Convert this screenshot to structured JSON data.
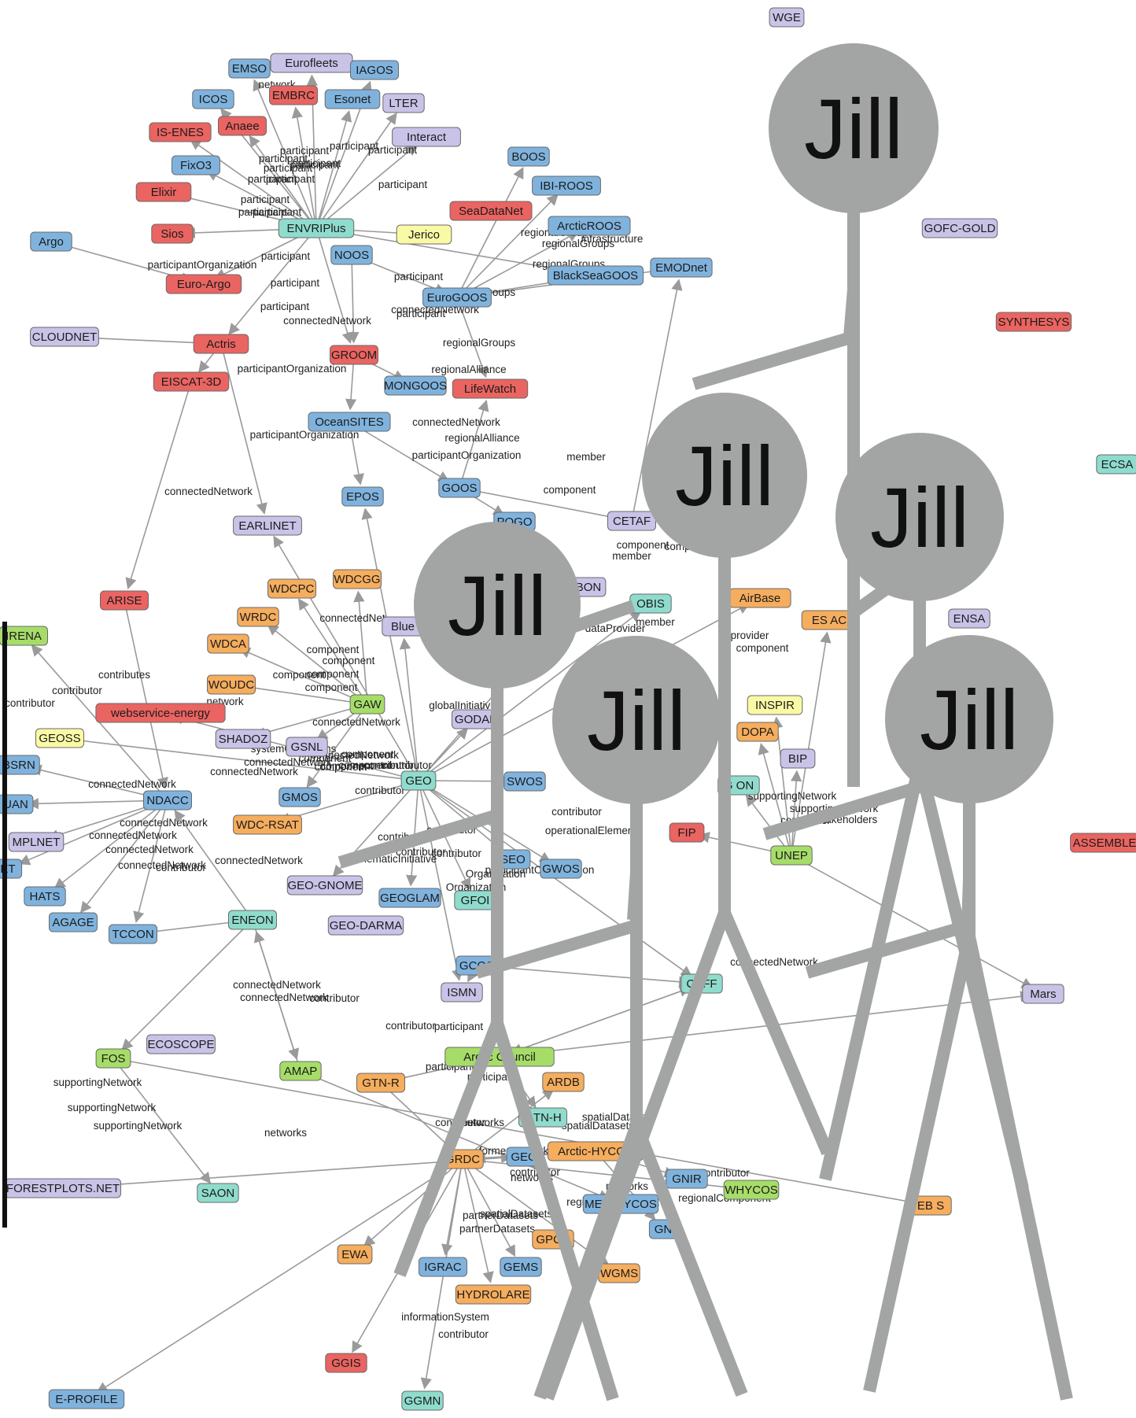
{
  "colors": {
    "blue": "#7fb3de",
    "purple": "#c9c3e8",
    "red": "#ea6461",
    "orange": "#f5ad5e",
    "green": "#a6dd69",
    "teal": "#8fdccd",
    "yellow": "#fafaa6",
    "edge": "#9a9a9a",
    "jill": "#a3a5a4"
  },
  "nodes": [
    {
      "id": "WGE",
      "color": "purple"
    },
    {
      "id": "EMSO",
      "color": "blue"
    },
    {
      "id": "Eurofleets",
      "color": "purple"
    },
    {
      "id": "IAGOS",
      "color": "blue"
    },
    {
      "id": "ICOS",
      "color": "blue"
    },
    {
      "id": "EMBRC",
      "color": "red"
    },
    {
      "id": "Esonet",
      "color": "blue"
    },
    {
      "id": "LTER",
      "color": "purple"
    },
    {
      "id": "IS-ENES",
      "color": "red"
    },
    {
      "id": "Anaee",
      "color": "red"
    },
    {
      "id": "Interact",
      "color": "purple"
    },
    {
      "id": "FixO3",
      "color": "blue"
    },
    {
      "id": "BOOS",
      "color": "blue"
    },
    {
      "id": "Elixir",
      "color": "red"
    },
    {
      "id": "IBI-ROOS",
      "color": "blue"
    },
    {
      "id": "SeaDataNet",
      "color": "red"
    },
    {
      "id": "ENVRIPlus",
      "color": "teal"
    },
    {
      "id": "Sios",
      "color": "red"
    },
    {
      "id": "Jerico",
      "color": "yellow"
    },
    {
      "id": "ArcticROOS",
      "color": "blue"
    },
    {
      "id": "GOFC-GOLD",
      "color": "purple"
    },
    {
      "id": "Argo",
      "color": "blue"
    },
    {
      "id": "NOOS",
      "color": "blue"
    },
    {
      "id": "EMODnet",
      "color": "blue"
    },
    {
      "id": "BlackSeaGOOS",
      "color": "blue"
    },
    {
      "id": "Euro-Argo",
      "color": "red"
    },
    {
      "id": "EuroGOOS",
      "color": "blue"
    },
    {
      "id": "SYNTHESYS",
      "color": "red"
    },
    {
      "id": "CLOUDNET",
      "color": "purple"
    },
    {
      "id": "Actris",
      "color": "red"
    },
    {
      "id": "GROOM",
      "color": "red"
    },
    {
      "id": "EISCAT-3D",
      "color": "red"
    },
    {
      "id": "MONGOOS",
      "color": "blue"
    },
    {
      "id": "LifeWatch",
      "color": "red"
    },
    {
      "id": "OceanSITES",
      "color": "blue"
    },
    {
      "id": "ECSA",
      "color": "teal"
    },
    {
      "id": "EPOS",
      "color": "blue"
    },
    {
      "id": "GOOS",
      "color": "blue"
    },
    {
      "id": "POGO",
      "color": "blue"
    },
    {
      "id": "CETAF",
      "color": "purple"
    },
    {
      "id": "EARLINET",
      "color": "purple"
    },
    {
      "id": "WDCGG",
      "color": "orange"
    },
    {
      "id": "WDCPC",
      "color": "orange"
    },
    {
      "id": "BON",
      "color": "purple"
    },
    {
      "id": "ARISE",
      "color": "red"
    },
    {
      "id": "OBIS",
      "color": "teal"
    },
    {
      "id": "AirBase",
      "color": "orange"
    },
    {
      "id": "WRDC",
      "color": "orange"
    },
    {
      "id": "Blue",
      "color": "purple"
    },
    {
      "id": "IRENA",
      "color": "green"
    },
    {
      "id": "ES  AC",
      "color": "orange"
    },
    {
      "id": "ENSA",
      "color": "purple"
    },
    {
      "id": "WDCA",
      "color": "orange"
    },
    {
      "id": "WOUDC",
      "color": "orange"
    },
    {
      "id": "GAW",
      "color": "green"
    },
    {
      "id": "webservice-energy",
      "color": "red"
    },
    {
      "id": "GODAE",
      "color": "purple"
    },
    {
      "id": "INSPIR",
      "color": "yellow"
    },
    {
      "id": "GEOSS",
      "color": "yellow"
    },
    {
      "id": "SHADOZ",
      "color": "purple"
    },
    {
      "id": "DOPA",
      "color": "orange"
    },
    {
      "id": "GSNL",
      "color": "purple"
    },
    {
      "id": "GEO",
      "color": "teal"
    },
    {
      "id": "BIP",
      "color": "purple"
    },
    {
      "id": "BSRN",
      "color": "blue"
    },
    {
      "id": "SWOS",
      "color": "blue"
    },
    {
      "id": "G ON",
      "color": "teal"
    },
    {
      "id": "NDACC",
      "color": "blue"
    },
    {
      "id": "GMOS",
      "color": "blue"
    },
    {
      "id": "UAN",
      "color": "blue"
    },
    {
      "id": "WDC-RSAT",
      "color": "orange"
    },
    {
      "id": "FIP",
      "color": "red"
    },
    {
      "id": "ASSEMBLE",
      "color": "red"
    },
    {
      "id": "MPLNET",
      "color": "purple"
    },
    {
      "id": "UNEP",
      "color": "green"
    },
    {
      "id": "ET",
      "color": "blue"
    },
    {
      "id": "GWOS",
      "color": "blue"
    },
    {
      "id": "SEO",
      "color": "blue"
    },
    {
      "id": "GEO-GNOME",
      "color": "purple"
    },
    {
      "id": "HATS",
      "color": "blue"
    },
    {
      "id": "GEOGLAM",
      "color": "blue"
    },
    {
      "id": "GFOI",
      "color": "teal"
    },
    {
      "id": "ENEON",
      "color": "teal"
    },
    {
      "id": "AGAGE",
      "color": "blue"
    },
    {
      "id": "GEO-DARMA",
      "color": "purple"
    },
    {
      "id": "TCCON",
      "color": "blue"
    },
    {
      "id": "GCOS",
      "color": "blue"
    },
    {
      "id": "ISMN",
      "color": "purple"
    },
    {
      "id": "CAFF",
      "color": "teal"
    },
    {
      "id": "Mars",
      "color": "purple"
    },
    {
      "id": "ECOSCOPE",
      "color": "purple"
    },
    {
      "id": "FOS",
      "color": "green"
    },
    {
      "id": "Arctic Council",
      "color": "green"
    },
    {
      "id": "AMAP",
      "color": "green"
    },
    {
      "id": "GTN-R",
      "color": "orange"
    },
    {
      "id": "ARDB",
      "color": "orange"
    },
    {
      "id": "GTN-H",
      "color": "teal"
    },
    {
      "id": "Arctic-HYCOS",
      "color": "orange"
    },
    {
      "id": "GEO",
      "color": "blue"
    },
    {
      "id": "GRDC",
      "color": "orange"
    },
    {
      "id": "GNIR",
      "color": "blue"
    },
    {
      "id": "WHYCOS",
      "color": "green"
    },
    {
      "id": "FORESTPLOTS.NET",
      "color": "purple"
    },
    {
      "id": "SAON",
      "color": "teal"
    },
    {
      "id": "MED-HYCOS",
      "color": "blue"
    },
    {
      "id": "EB S",
      "color": "orange"
    },
    {
      "id": "GN",
      "color": "blue"
    },
    {
      "id": "GPCC",
      "color": "orange"
    },
    {
      "id": "EWA",
      "color": "orange"
    },
    {
      "id": "IGRAC",
      "color": "blue"
    },
    {
      "id": "GEMS",
      "color": "blue"
    },
    {
      "id": "WGMS",
      "color": "orange"
    },
    {
      "id": "HYDROLARE",
      "color": "orange"
    },
    {
      "id": "GGIS",
      "color": "red"
    },
    {
      "id": "E-PROFILE",
      "color": "blue"
    },
    {
      "id": "GGMN",
      "color": "teal"
    }
  ],
  "edge_labels": [
    "network",
    "participant",
    "participant",
    "participant",
    "participant",
    "participant",
    "participant",
    "participant",
    "participant",
    "participant",
    "participant",
    "participant",
    "participant",
    "participant",
    "participant",
    "participantOrganization",
    "participant",
    "participant",
    "connectedNetwork",
    "regionalGroups",
    "regionalGroups",
    "regionalGroups",
    "infrastructure",
    "regionalGroups",
    "participant",
    "participantOrganization",
    "participant",
    "connectedNetwork",
    "regionalGroups",
    "regionalAlliance",
    "connectedNetwork",
    "regionalAlliance",
    "participantOrganization",
    "member",
    "component",
    "connectedNetwork",
    "participantOrganization",
    "component",
    "member",
    "connectedNet",
    "dataProvider",
    "member",
    "component",
    "component",
    "component",
    "component",
    "component",
    "component",
    "contributes",
    "contributor",
    "contributor",
    "network",
    "connectedNetwork",
    "globalInitiative",
    "connectedNetwork",
    "component",
    "component",
    "component",
    "component",
    "network",
    "provider",
    "component",
    "contributor",
    "connectedNetwork",
    "systemOfSystems",
    "component",
    "contributor",
    "contributor",
    "connectedNetwork",
    "connectedNetwork",
    "connectedNetwork",
    "connectedNetwork",
    "connectedNetwork",
    "connectedNetwork",
    "connectedNetwork",
    "contributor",
    "contributor",
    "contributor",
    "contributor",
    "contributor",
    "thematicInitiative",
    "contributor",
    "operationalElement",
    "participantOrganization",
    "Organization",
    "Organization",
    "supportingNetwork",
    "supportingNetwork",
    "stakeholders",
    "contributor",
    "connectedNetwork",
    "connectedNetwork",
    "connectedNetwork",
    "contributor",
    "participant",
    "participant",
    "contributor",
    "networks",
    "spatialDatasets",
    "spatialDatasets",
    "formerNetwork",
    "contributor",
    "contributor",
    "regionalComponent",
    "regionalComponent",
    "networks",
    "spatialDatasets",
    "partnerDatasets",
    "partnerDatasets",
    "networks",
    "supportingNetwork",
    "supportingNetwork",
    "supportingNetwork",
    "networks",
    "informationSystem",
    "contributor",
    "contributor",
    "participant"
  ],
  "jill_figures": [
    {
      "name": "Jill"
    },
    {
      "name": "Jill"
    },
    {
      "name": "Jill"
    },
    {
      "name": "Jill"
    },
    {
      "name": "Jill"
    },
    {
      "name": "Jill"
    }
  ]
}
